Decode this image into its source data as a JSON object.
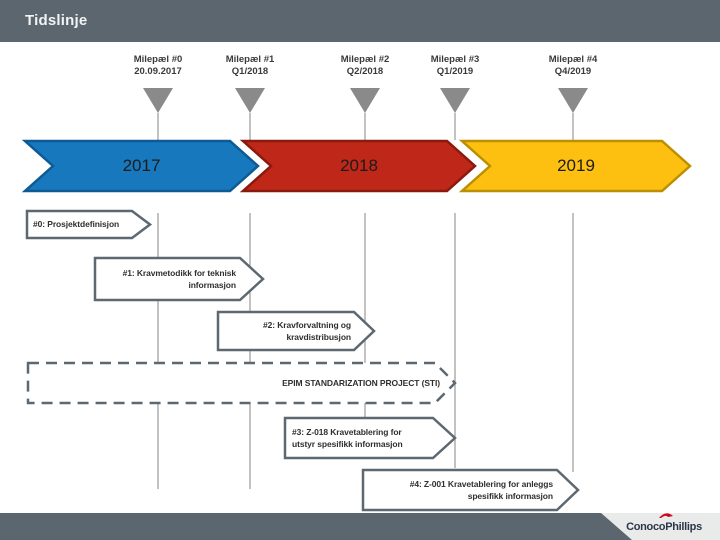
{
  "slide": {
    "title": "Tidslinje"
  },
  "milestones": [
    {
      "label": "Milepæl #0",
      "date": "20.09.2017",
      "marker": "triangle-down-marker"
    },
    {
      "label": "Milepæl #1",
      "date": "Q1/2018",
      "marker": "triangle-down-marker"
    },
    {
      "label": "Milepæl #2",
      "date": "Q2/2018",
      "marker": "triangle-down-marker"
    },
    {
      "label": "Milepæl #3",
      "date": "Q1/2019",
      "marker": "triangle-down-marker"
    },
    {
      "label": "Milepæl #4",
      "date": "Q4/2019",
      "marker": "triangle-down-marker"
    }
  ],
  "timeline": {
    "years": [
      {
        "label": "2017",
        "color": "#1778be"
      },
      {
        "label": "2018",
        "color": "#bf2718"
      },
      {
        "label": "2019",
        "color": "#fdc011"
      }
    ]
  },
  "callouts": [
    {
      "line1": "#0: Prosjektdefinisjon",
      "line2": ""
    },
    {
      "line1": "#1: Kravmetodikk for teknisk",
      "line2": "informasjon"
    },
    {
      "line1": "#2: Kravforvaltning og",
      "line2": "kravdistribusjon"
    },
    {
      "line1": "#3: Z-018 Kravetablering for",
      "line2": "utstyr spesifikk informasjon"
    },
    {
      "line1": "#4: Z-001 Kravetablering for anleggs",
      "line2": "spesifikk informasjon"
    }
  ],
  "project_box": {
    "label": "EPIM STANDARIZATION PROJECT (STI)"
  },
  "footer": {
    "logo_text": "ConocoPhillips"
  },
  "colors": {
    "header_bar": "#5b666e",
    "chevron_blue": "#1778be",
    "chevron_red": "#bf2718",
    "chevron_yellow": "#fdc011",
    "shape_border_gray": "#5d6871",
    "marker_gray": "#8a8a8a",
    "logo_red": "#d0021b"
  }
}
